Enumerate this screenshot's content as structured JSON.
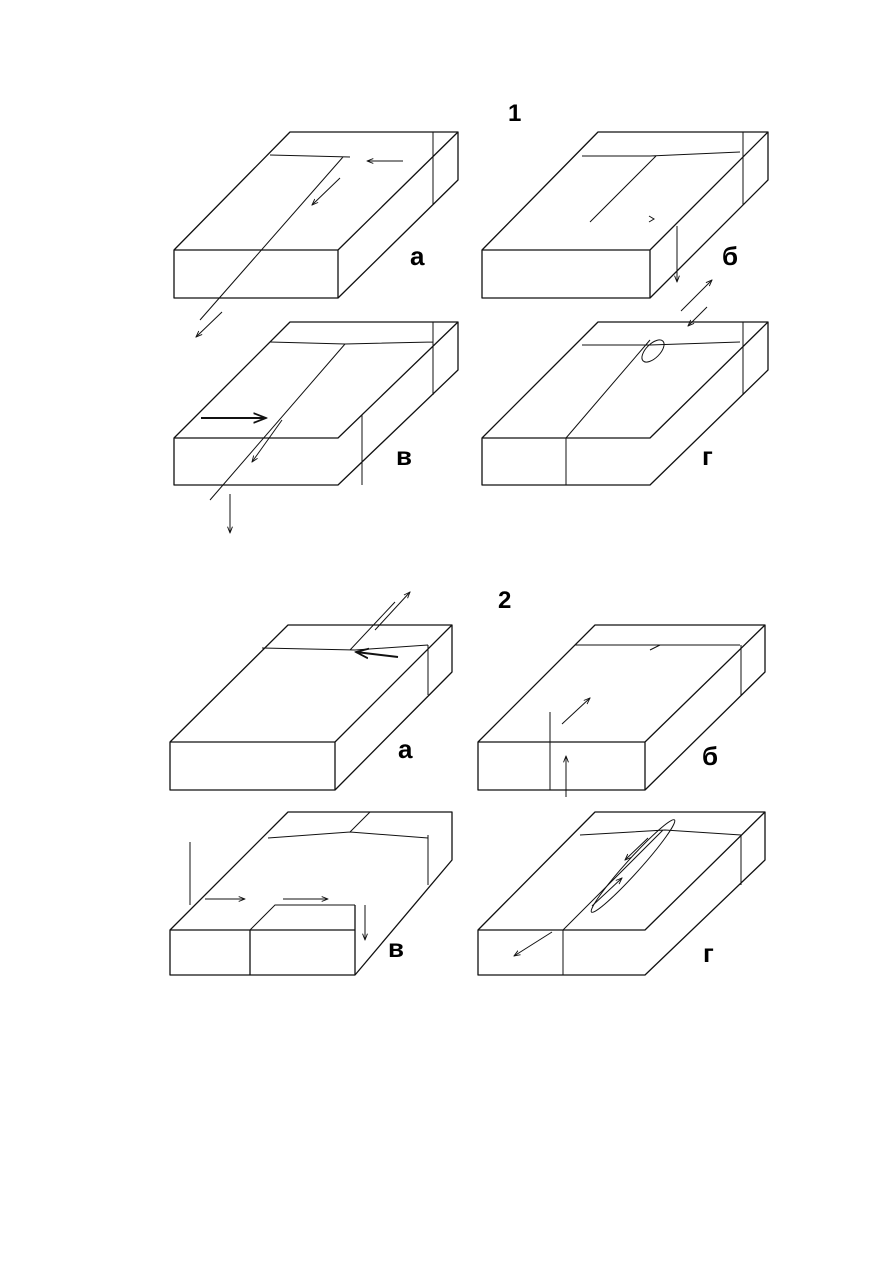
{
  "groups": [
    {
      "number": "1",
      "panels": [
        "а",
        "б",
        "в",
        "г"
      ]
    },
    {
      "number": "2",
      "panels": [
        "а",
        "б",
        "в",
        "г"
      ]
    }
  ],
  "colors": {
    "ink": "#111111",
    "background": "#ffffff"
  }
}
